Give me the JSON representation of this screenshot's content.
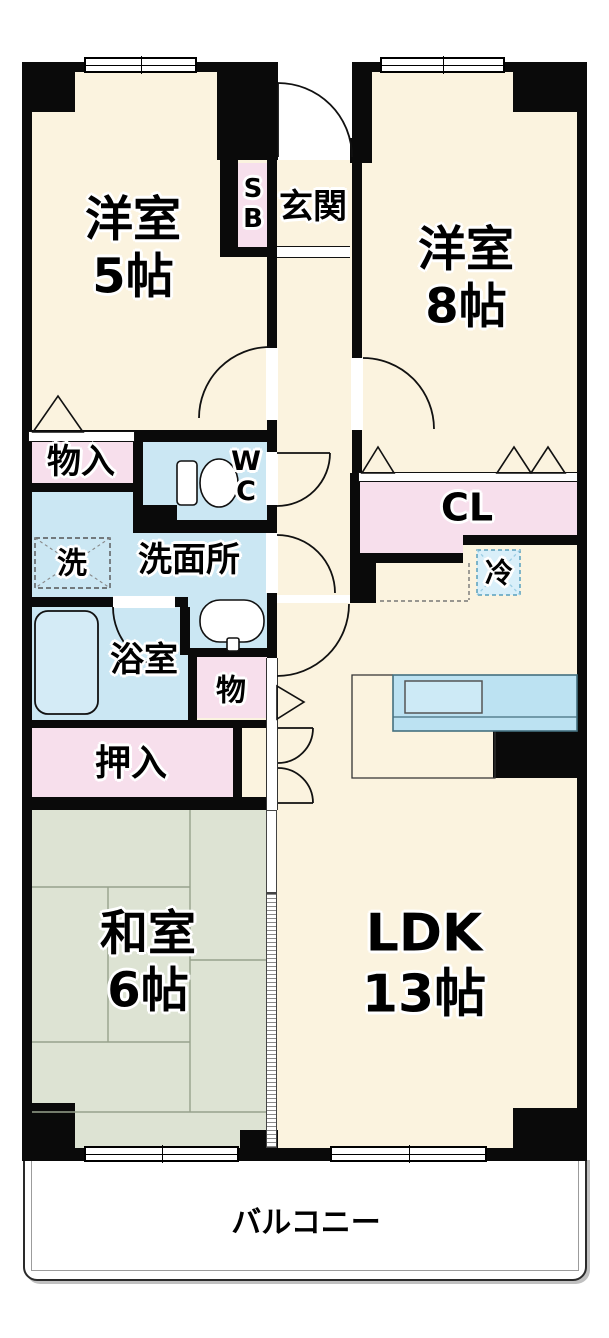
{
  "floorplan": {
    "rooms": {
      "western5": {
        "name": "洋室",
        "size": "5帖"
      },
      "western8": {
        "name": "洋室",
        "size": "8帖"
      },
      "japanese": {
        "name": "和室",
        "size": "6帖"
      },
      "ldk": {
        "name": "LDK",
        "size": "13帖"
      },
      "entrance": {
        "name": "玄関"
      },
      "shoebox": {
        "line1": "S",
        "line2": "B"
      },
      "toilet": {
        "line1": "W",
        "line2": "C"
      },
      "storage_hall": {
        "name": "物入"
      },
      "washer": {
        "name": "洗"
      },
      "washroom": {
        "name": "洗面所"
      },
      "bathroom": {
        "name": "浴室"
      },
      "storage_small": {
        "name": "物"
      },
      "oshiire": {
        "name": "押入"
      },
      "closet": {
        "name": "CL"
      },
      "fridge": {
        "name": "冷"
      },
      "balcony": {
        "name": "バルコニー"
      }
    },
    "colors": {
      "floor_wood": "#FBF3DF",
      "closet_pink": "#F7DFEC",
      "wet_area_blue": "#CBE7F3",
      "tatami_green": "#DDE3D3",
      "counter_blue": "#BCE2F2",
      "wall_black": "#0A0A0A",
      "outside_white": "#FFFFFF"
    }
  }
}
